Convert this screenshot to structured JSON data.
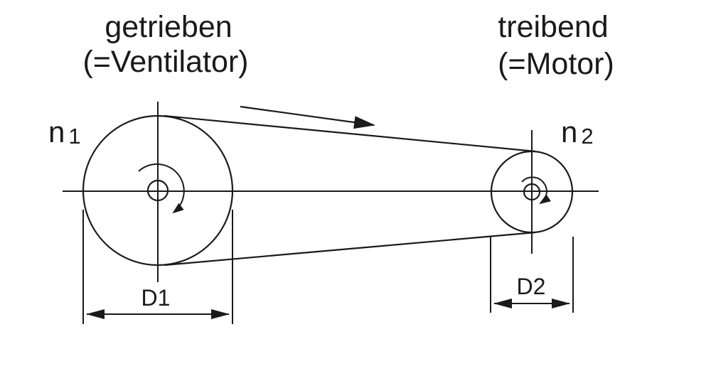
{
  "diagram": {
    "driven": {
      "title_line1": "getrieben",
      "title_line2": "(=Ventilator)",
      "speed_symbol": "n",
      "speed_index": "1",
      "diameter_label": "D1"
    },
    "driving": {
      "title_line1": "treibend",
      "title_line2": "(=Motor)",
      "speed_symbol": "n",
      "speed_index": "2",
      "diameter_label": "D2"
    },
    "colors": {
      "line": "#1a1a1a",
      "background": "#ffffff"
    }
  }
}
